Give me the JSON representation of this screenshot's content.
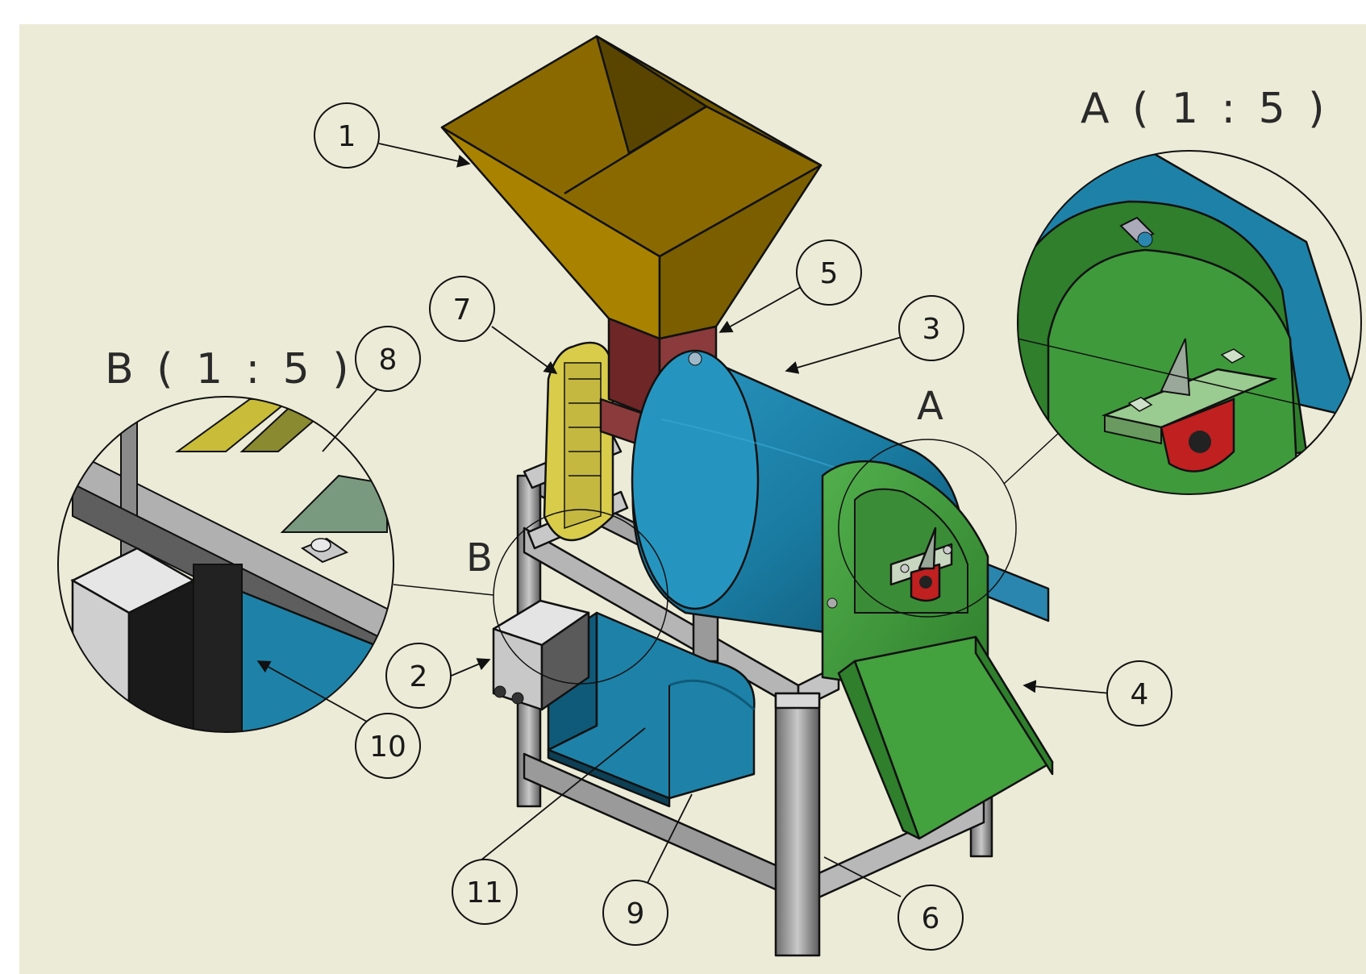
{
  "colors": {
    "background": "#ecebd7",
    "hopper": "#a98300",
    "hopper_dark": "#6f5600",
    "chute": "#7a2a2a",
    "drum": "#1e82a8",
    "drum_dark": "#0f5a78",
    "end_cover": "#3f9a3c",
    "end_cover_dark": "#256a24",
    "frame": "#8d8d8d",
    "frame_light": "#cfcfcf",
    "belt_guard": "#d8cc4a",
    "motor": "#1e82a8",
    "bearing": "#c02020",
    "switch_box": "#d6d6d6"
  },
  "detail_views": {
    "a": {
      "label": "A ( 1 : 5 )"
    },
    "b": {
      "label": "B ( 1 : 5 )"
    }
  },
  "view_markers": {
    "a": "A",
    "b": "B"
  },
  "balloons": {
    "b1": "1",
    "b2": "2",
    "b3": "3",
    "b4": "4",
    "b5": "5",
    "b6": "6",
    "b7": "7",
    "b8": "8",
    "b9": "9",
    "b10": "10",
    "b11": "11"
  }
}
